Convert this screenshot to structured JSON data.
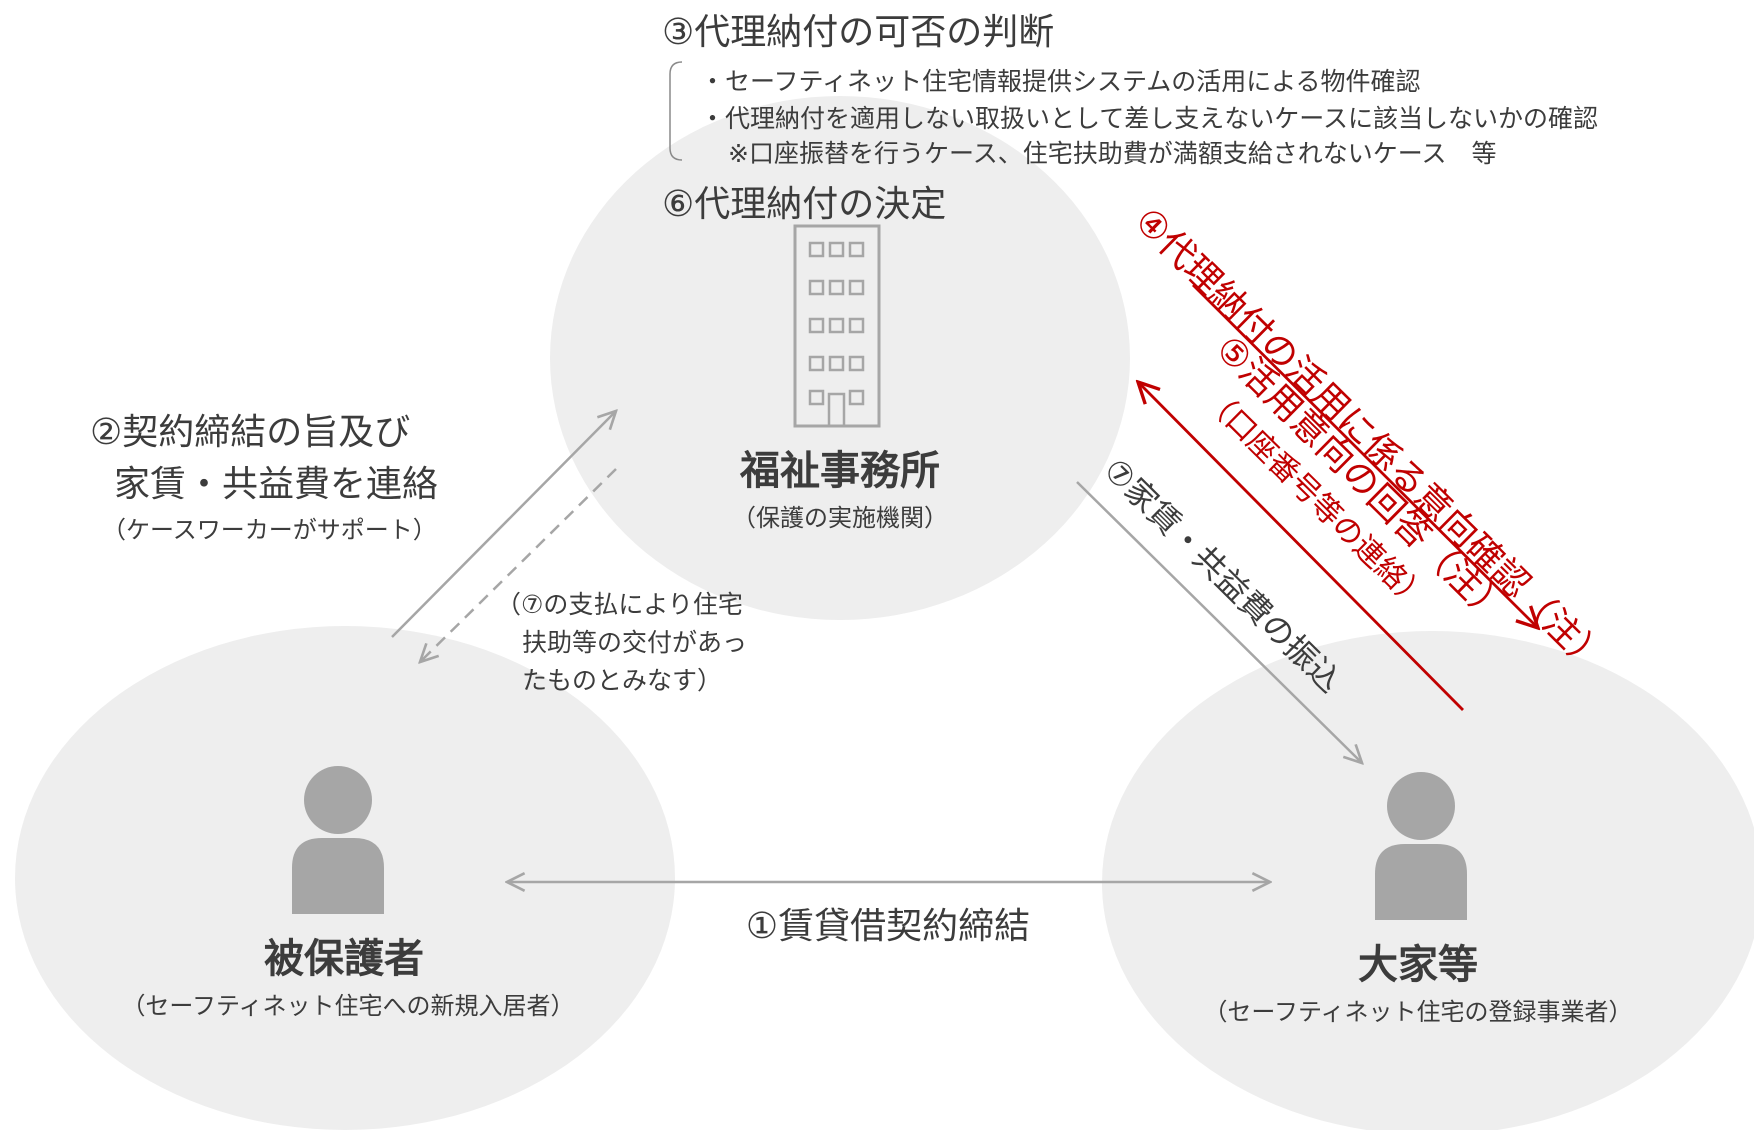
{
  "step3": {
    "title": "③代理納付の可否の判断",
    "bullet1": "・セーフティネット住宅情報提供システムの活用による物件確認",
    "bullet2": "・代理納付を適用しない取扱いとして差し支えないケースに該当しないかの確認",
    "note": "※口座振替を行うケース、住宅扶助費が満額支給されないケース　等"
  },
  "step6": {
    "title": "⑥代理納付の決定"
  },
  "welfare_office": {
    "name": "福祉事務所",
    "sub": "（保護の実施機関）"
  },
  "recipient": {
    "name": "被保護者",
    "sub": "（セーフティネット住宅への新規入居者）"
  },
  "landlord": {
    "name": "大家等",
    "sub": "（セーフティネット住宅の登録事業者）"
  },
  "step1": {
    "label": "①賃貸借契約締結"
  },
  "step2": {
    "line1": "②契約締結の旨及び",
    "line2": "家賃・共益費を連絡",
    "line3": "（ケースワーカーがサポート）"
  },
  "step7_note": {
    "line1": "（⑦の支払により住宅",
    "line2": "扶助等の交付があっ",
    "line3": "たものとみなす）"
  },
  "step4": {
    "label": "④代理納付の活用に係る意向確認（注）"
  },
  "step5": {
    "label1": "⑤活用意向の回答（注）",
    "label2": "（口座番号等の連絡）"
  },
  "step7": {
    "label": "⑦家賃・共益費の振込"
  },
  "colors": {
    "circle": "#eeeeee",
    "arrow": "#a6a6a6",
    "red": "#c00000",
    "icon": "#a6a6a6"
  },
  "icons": {
    "building": "building-icon",
    "person": "person-icon"
  }
}
